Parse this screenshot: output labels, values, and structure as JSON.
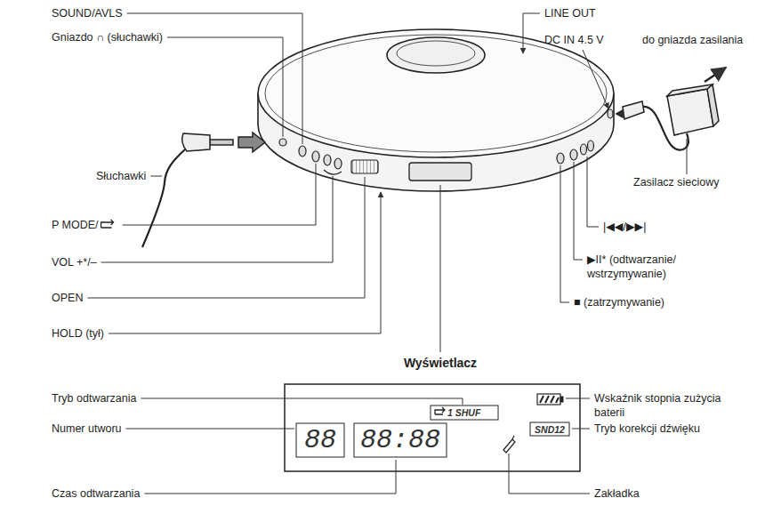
{
  "diagram": {
    "labels": [
      "SOUND/AVLS",
      "Gniazdo ∩ (słuchawki)",
      "Słuchawki",
      "P MODE/",
      "VOL +*/–",
      "OPEN",
      "HOLD (tył)",
      "Wyświetlacz",
      "LINE OUT",
      "DC IN 4.5 V",
      "do gniazda zasilania",
      "Zasilacz sieciowy",
      "|◀◀/▶▶|",
      "▶II* (odtwarzanie/ wstrzymywanie)",
      "■ (zatrzymywanie)",
      "Tryb odtwarzania",
      "Numer utworu",
      "Czas odtwarzania",
      "Wskaźnik stopnia zużycia baterii",
      "Tryb korekcji dźwięku",
      "Zakładka",
      "88",
      "88:88",
      "1 SHUF",
      "SND12"
    ]
  }
}
